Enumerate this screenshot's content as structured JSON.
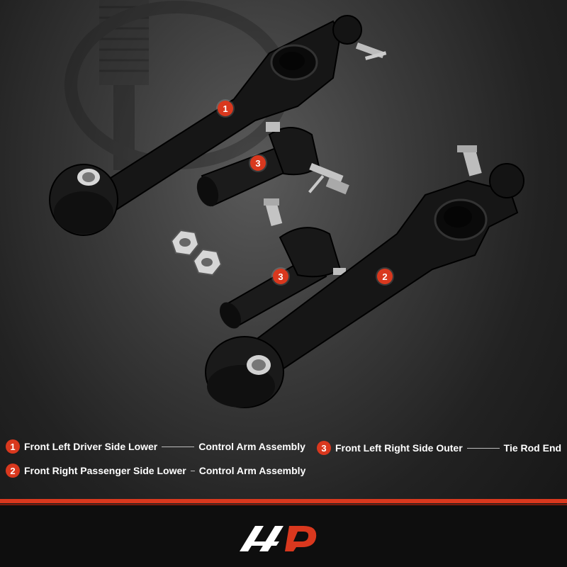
{
  "callouts": [
    "1",
    "3",
    "3",
    "2"
  ],
  "legend": {
    "item1": {
      "number": "1",
      "left": "Front Left Driver Side Lower",
      "right": "Control Arm Assembly"
    },
    "item2": {
      "number": "2",
      "left": "Front Right Passenger Side Lower",
      "right": "Control Arm Assembly"
    },
    "item3": {
      "number": "3",
      "left": "Front Left Right Side Outer",
      "right": "Tie Rod End"
    }
  },
  "colors": {
    "accent": "#d9381e",
    "background": "#141414"
  }
}
